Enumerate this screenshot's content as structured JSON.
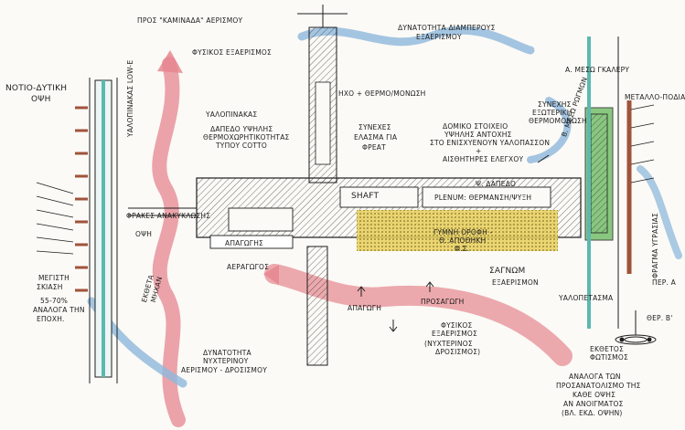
{
  "labels": {
    "kaminada": "ΠΡΟΣ \"ΚΑΜΙΝΑΔΑ\" ΑΕΡΙΣΜΟΥ",
    "fysikos_exaerismos_top": "ΦΥΣΙΚΟΣ ΕΞΑΕΡΙΣΜΟΣ",
    "dynatotita_diamperous": "ΔΥΝΑΤΟΤΗΤΑ ΔΙΑΜΠΕΡΟΥΣ",
    "exaerismou": "ΕΞΑΕΡΙΣΜΟΥ",
    "notio_dytiki": "ΝΟΤΙΟ-ΔΥΤΙΚΗ",
    "opsi": "ΟΨΗ",
    "yalopinakas_lowe": "ΥΑΛΟΠΙΝΑΚΑΣ LOW-E",
    "yalopinakas": "ΥΑΛΟΠΙΝΑΚΑΣ",
    "ixo_thermomonosi": "ΗΧΟ + ΘΕΡΜΟ/ΜΟΝΩΣΗ",
    "dapedo_1": "ΔΑΠΕΔΟ ΥΨΗΛΗΣ",
    "dapedo_2": "ΘΕΡΜΟΧΩΡΗΤΙΚΟΤΗΤΑΣ",
    "dapedo_3": "ΤΥΠΟΥ COTTO",
    "synexes_1": "ΣΥΝΕΧΕΣ",
    "synexes_2": "ΕΛΑΣΜΑ ΓΙΑ",
    "synexes_3": "ΦΡΕΑΤ",
    "domiko_1": "ΔΟΜΙΚΟ ΣΤΟΙΧΕΙΟ",
    "domiko_2": "ΥΨΗΛΗΣ ΑΝΤΟΧΗΣ",
    "domiko_3": "ΣΤΟ ΕΝΙΣΧΥΕΝΟΥΝ ΥΑΛΟΠΑΣΣΟΝ",
    "domiko_4": "+",
    "domiko_5": "ΑΙΣΘΗΤΗΡΕΣ ΕΛΕΓΧΟΥ",
    "synexis_1": "ΣΥΝΕΧΗΣ",
    "synexis_2": "ΕΞΩΤΕΡΙΚΗ",
    "synexis_3": "ΘΕΡΜΟΜΟΝΩΣΗ",
    "a_meso": "Α. ΜΕΣΩ ΓΚΑΛΕΡΥ",
    "metallopodia": "ΜΕΤΑΛΛΟ-ΠΟΔΙΑ",
    "b_meso": "Β. ΜΕΣΩ ΡΩΓΜΩΝ",
    "shaft": "SHAFT",
    "plenum": "PLENUM: ΘΕΡΜΑΝΣΗ/ΨΥΞΗ",
    "w_dapedo": "Ψ. ΔΑΠΕΔΟ",
    "frakes": "ΦΡΑΚΕΣ ΑΝΑΚΥΚΛΩΣΗΣ",
    "opsi_small": "ΟΨΗ",
    "apagogis": "ΑΠΑΓΩΓΗΣ",
    "gymni_1": "ΓΥΜΝΗ ΟΡΟΦΗ -",
    "gymni_2": "Θ. ΑΠΟΘΗΚΗ",
    "gymni_3": "Φ.Σ.",
    "agnoi": "ΣΑΓΝΩΜ",
    "exaerismos_mid": "ΕΞΑΕΡΙΣΜΟΝ",
    "yalopetasma": "ΥΑΛΟΠΕΤΑΣΜΑ",
    "fragma": "ΦΡΑΓΜΑ ΥΓΡΑΣΙΑΣ",
    "ektheta_1": "ΕΚΘΕΤΑ",
    "ektheta_2": "ΜΗΧΑΝ",
    "mexisti_1": "ΜΕΓΙΣΤΗ",
    "mexisti_2": "ΣΚΙΑΣΗ",
    "mexisti_3": "55-70%",
    "mexisti_4": "ΑΝΑΛΟΓΑ ΤΗΝ",
    "mexisti_5": "ΕΠΟΧΗ.",
    "prosagogi": "ΠΡΟΣΑΓΩΓΗ",
    "apagogi": "ΑΠΑΓΩΓΗ",
    "fysikos_1": "ΦΥΣΙΚΟΣ",
    "fysikos_2": "ΕΞΑΕΡΙΣΜΟΣ",
    "fysikos_3": "(ΝΥΧΤΕΡΙΝΟΣ",
    "fysikos_4": "ΔΡΟΣΙΣΜΟΣ)",
    "dynatotita_nyxt_1": "ΔΥΝΑΤΟΤΗΤΑ",
    "dynatotita_nyxt_2": "ΝΥΧΤΕΡΙΝΟΥ",
    "dynatotita_nyxt_3": "ΑΕΡΙΣΜΟΥ - ΔΡΟΣΙΣΜΟΥ",
    "ep_a": "ΠΕΡ. Α",
    "ep_b": "ΘΕΡ. Β'",
    "ektheta_fotismou_1": "ΕΚΘΕΤΟΣ",
    "ektheta_fotismou_2": "ΦΩΤΙΣΜΟΣ",
    "analoga_1": "ΑΝΑΛΟΓΑ ΤΩΝ",
    "analoga_2": "ΠΡΟΣΑΝΑΤΟΛΙΣΜΟ ΤΗΣ",
    "analoga_3": "ΚΑΘΕ ΟΨΗΣ",
    "analoga_4": "ΑΝ ΑΝΟΙΓΜΑΤΟΣ",
    "analoga_5": "(ΒΛ. ΕΚΔ. ΟΨΗΝ)",
    "aeragogos": "ΑΕΡΑΓΩΓΟΣ"
  },
  "colors": {
    "ink": "#1d1d1d",
    "red_flow": "#e6868f",
    "blue_flow": "#8fb8dc",
    "glass_teal": "#5bb9b0",
    "insulation_yellow": "#e8cf5a",
    "green_insulation": "#6dbb63",
    "brick": "#a0533a"
  }
}
